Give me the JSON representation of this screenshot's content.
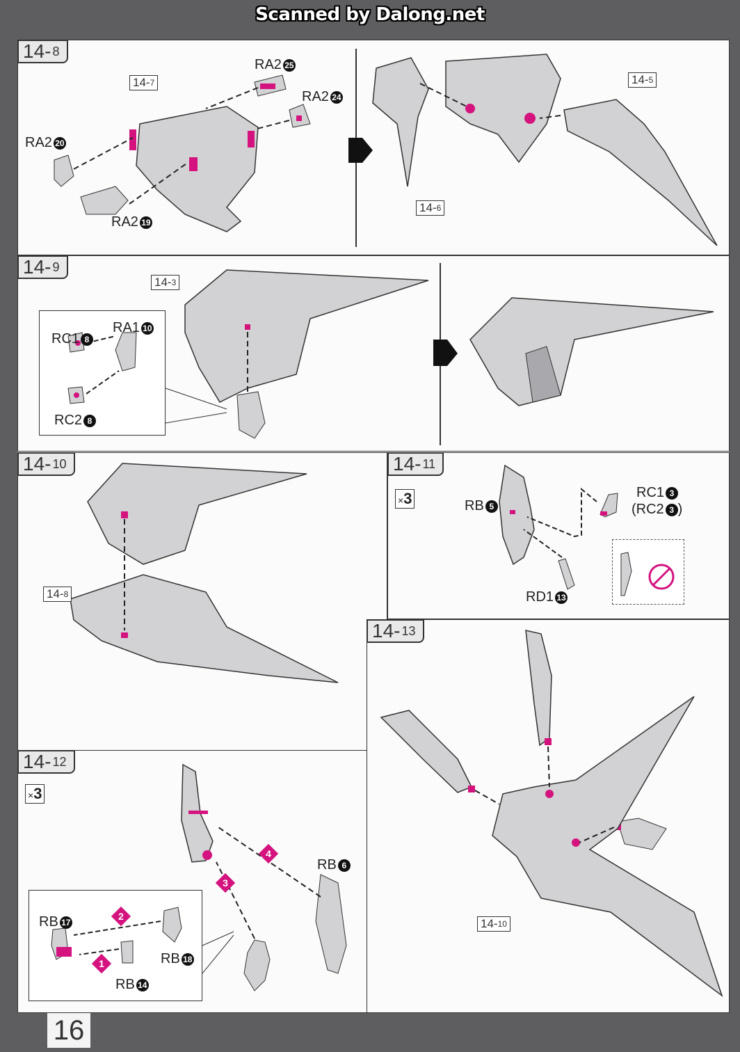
{
  "header": {
    "scan_credit": "Scanned by Dalong.net"
  },
  "page_number": "16",
  "colors": {
    "frame": "#5e5e60",
    "part_gray": "#c9c9cc",
    "accent_magenta": "#d4137f",
    "pink_mark": "#f0a0c8"
  },
  "step_14_8": {
    "main": "14",
    "sub": "8",
    "refs": [
      {
        "main": "14",
        "sub": "7"
      },
      {
        "main": "14",
        "sub": "5"
      },
      {
        "main": "14",
        "sub": "6"
      }
    ],
    "parts": [
      {
        "code": "RA2",
        "num": "25"
      },
      {
        "code": "RA2",
        "num": "24"
      },
      {
        "code": "RA2",
        "num": "20"
      },
      {
        "code": "RA2",
        "num": "19"
      }
    ]
  },
  "step_14_9": {
    "main": "14",
    "sub": "9",
    "refs": [
      {
        "main": "14",
        "sub": "3"
      }
    ],
    "parts": [
      {
        "code": "RC1",
        "num": "8"
      },
      {
        "code": "RA1",
        "num": "10"
      },
      {
        "code": "RC2",
        "num": "8"
      }
    ]
  },
  "step_14_10": {
    "main": "14",
    "sub": "10",
    "refs": [
      {
        "main": "14",
        "sub": "8"
      }
    ]
  },
  "step_14_11": {
    "main": "14",
    "sub": "11",
    "quantity": "3",
    "quantity_prefix": "×",
    "parts": [
      {
        "code": "RB",
        "num": "5"
      },
      {
        "code": "RC1",
        "num": "3"
      },
      {
        "code": "(RC2",
        "num": "3",
        "suffix": ")"
      },
      {
        "code": "RD1",
        "num": "13"
      }
    ]
  },
  "step_14_12": {
    "main": "14",
    "sub": "12",
    "quantity": "3",
    "quantity_prefix": "×",
    "parts": [
      {
        "code": "RB",
        "num": "6"
      },
      {
        "code": "RB",
        "num": "17"
      },
      {
        "code": "RB",
        "num": "18"
      },
      {
        "code": "RB",
        "num": "14"
      }
    ],
    "order": [
      "1",
      "2",
      "3",
      "4"
    ]
  },
  "step_14_13": {
    "main": "14",
    "sub": "13",
    "refs": [
      {
        "main": "14",
        "sub": "10"
      }
    ]
  }
}
